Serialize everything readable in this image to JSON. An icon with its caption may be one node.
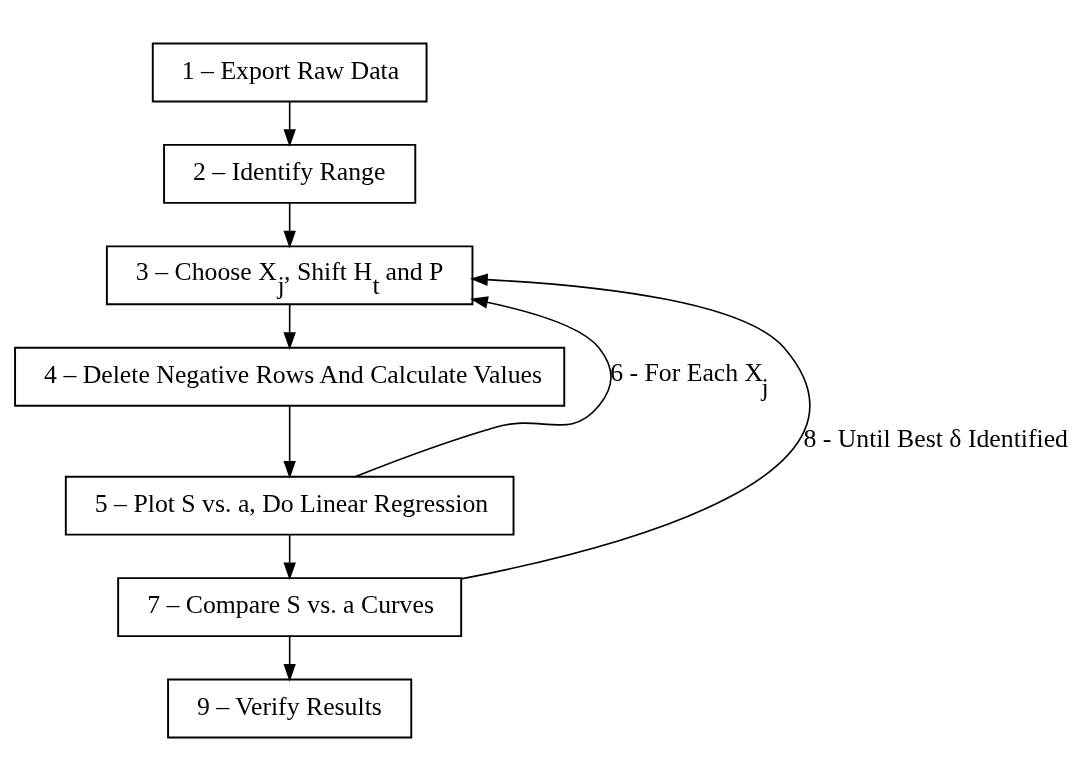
{
  "diagram": {
    "nodes": [
      {
        "text": [
          "1 – Export Raw Data"
        ]
      },
      {
        "text": [
          "2 – Identify Range"
        ]
      },
      {
        "text": [
          "3 – Choose X$_{j}$, Shift H$_{t}$ and P"
        ]
      },
      {
        "text": [
          "4 – Delete Negative Rows And Calculate Values"
        ]
      },
      {
        "text": [
          "5 – Plot S vs. a, Do Linear Regression"
        ]
      },
      {
        "text": [
          "7 – Compare S vs. a Curves"
        ]
      },
      {
        "text": [
          "9 – Verify Results"
        ]
      }
    ],
    "edges": [
      {
        "from": 0,
        "to": 1,
        "arrow": "to"
      },
      {
        "from": 1,
        "to": 2,
        "arrow": "to"
      },
      {
        "from": 2,
        "to": 3,
        "arrow": "to"
      },
      {
        "from": 3,
        "to": 4,
        "arrow": "to"
      },
      {
        "from": 4,
        "to": 2,
        "arrow": "to",
        "label": "6 - For Each X$_{j}$"
      },
      {
        "from": 4,
        "to": 5,
        "arrow": "to"
      },
      {
        "from": 5,
        "to": 2,
        "arrow": "to",
        "label": "8 - Until Best δ Identified"
      },
      {
        "from": 5,
        "to": 6,
        "arrow": "to"
      }
    ]
  }
}
